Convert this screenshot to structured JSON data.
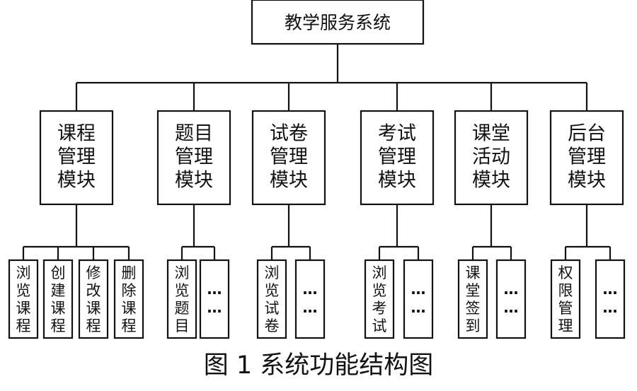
{
  "diagram": {
    "root": "教学服务系统",
    "modules": [
      {
        "label": [
          "课程",
          "管理",
          "模块"
        ],
        "children": [
          [
            "浏",
            "览",
            "课",
            "程"
          ],
          [
            "创",
            "建",
            "课",
            "程"
          ],
          [
            "修",
            "改",
            "课",
            "程"
          ],
          [
            "删",
            "除",
            "课",
            "程"
          ]
        ]
      },
      {
        "label": [
          "题目",
          "管理",
          "模块"
        ],
        "children": [
          [
            "浏",
            "览",
            "题",
            "目"
          ],
          [
            "…",
            "…"
          ]
        ]
      },
      {
        "label": [
          "试卷",
          "管理",
          "模块"
        ],
        "children": [
          [
            "浏",
            "览",
            "试",
            "卷"
          ],
          [
            "…",
            "…"
          ]
        ]
      },
      {
        "label": [
          "考试",
          "管理",
          "模块"
        ],
        "children": [
          [
            "浏",
            "览",
            "考",
            "试"
          ],
          [
            "…",
            "…"
          ]
        ]
      },
      {
        "label": [
          "课堂",
          "活动",
          "模块"
        ],
        "children": [
          [
            "课",
            "堂",
            "签",
            "到"
          ],
          [
            "…",
            "…"
          ]
        ]
      },
      {
        "label": [
          "后台",
          "管理",
          "模块"
        ],
        "children": [
          [
            "权",
            "限",
            "管",
            "理"
          ],
          [
            "…",
            "…"
          ]
        ]
      }
    ]
  },
  "caption": "图 1  系统功能结构图"
}
